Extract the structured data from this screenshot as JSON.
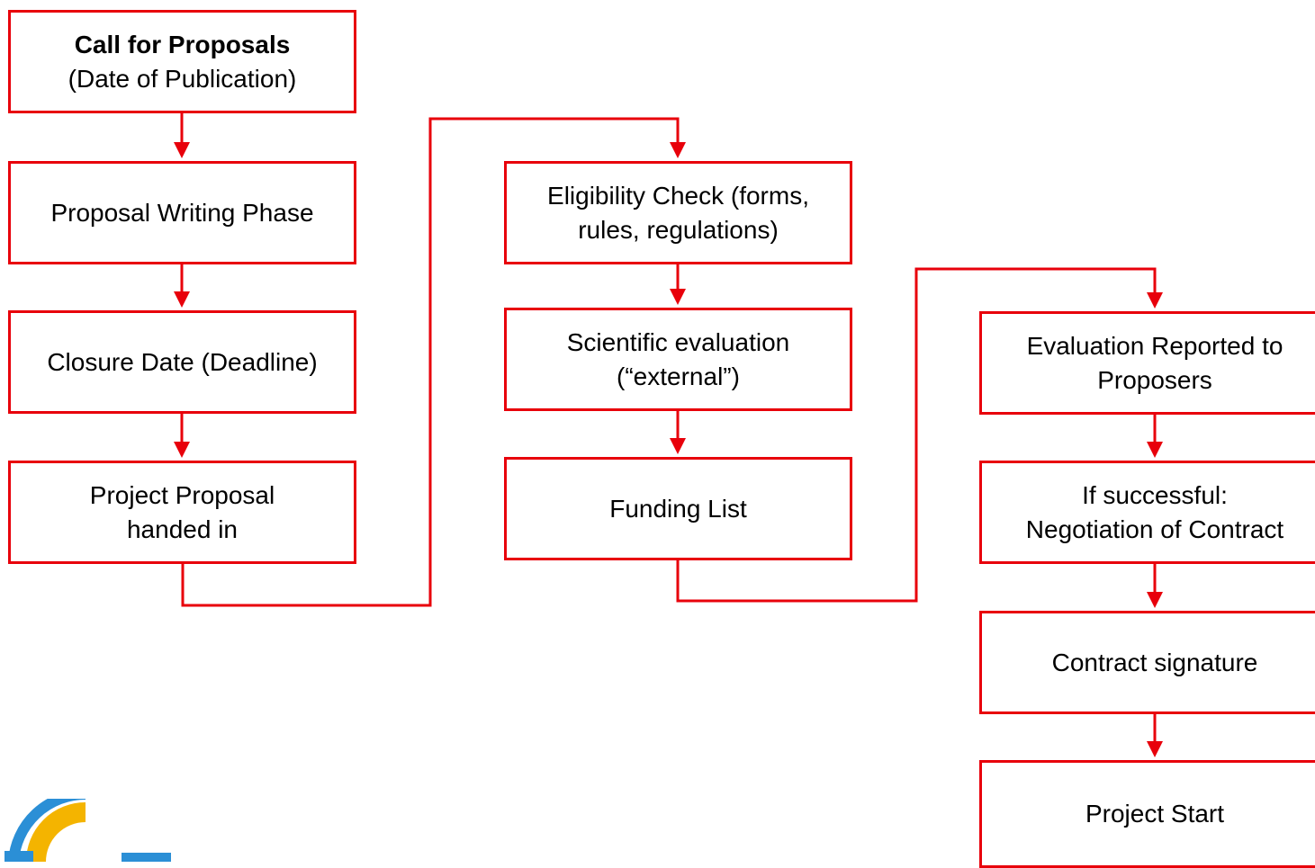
{
  "boxes": {
    "call_for_proposals": {
      "title": "Call for Proposals",
      "subtitle": "(Date of Publication)"
    },
    "proposal_writing": {
      "line1": "Proposal Writing Phase"
    },
    "closure_date": {
      "line1": "Closure Date (Deadline)"
    },
    "proposal_handed_in": {
      "line1": "Project Proposal",
      "line2": "handed in"
    },
    "eligibility_check": {
      "line1": "Eligibility Check (forms,",
      "line2": "rules, regulations)"
    },
    "scientific_evaluation": {
      "line1": "Scientific evaluation",
      "line2": "(“external”)"
    },
    "funding_list": {
      "line1": "Funding List"
    },
    "evaluation_reported": {
      "line1": "Evaluation Reported to",
      "line2": "Proposers"
    },
    "negotiation": {
      "line1": "If successful:",
      "line2": "Negotiation of Contract"
    },
    "contract_signature": {
      "line1": "Contract signature"
    },
    "project_start": {
      "line1": "Project Start"
    }
  },
  "colors": {
    "flow_red": "#e8000b",
    "logo_blue": "#2b8fd6",
    "logo_yellow": "#f4b400"
  },
  "icons": [
    "logo-icon"
  ]
}
